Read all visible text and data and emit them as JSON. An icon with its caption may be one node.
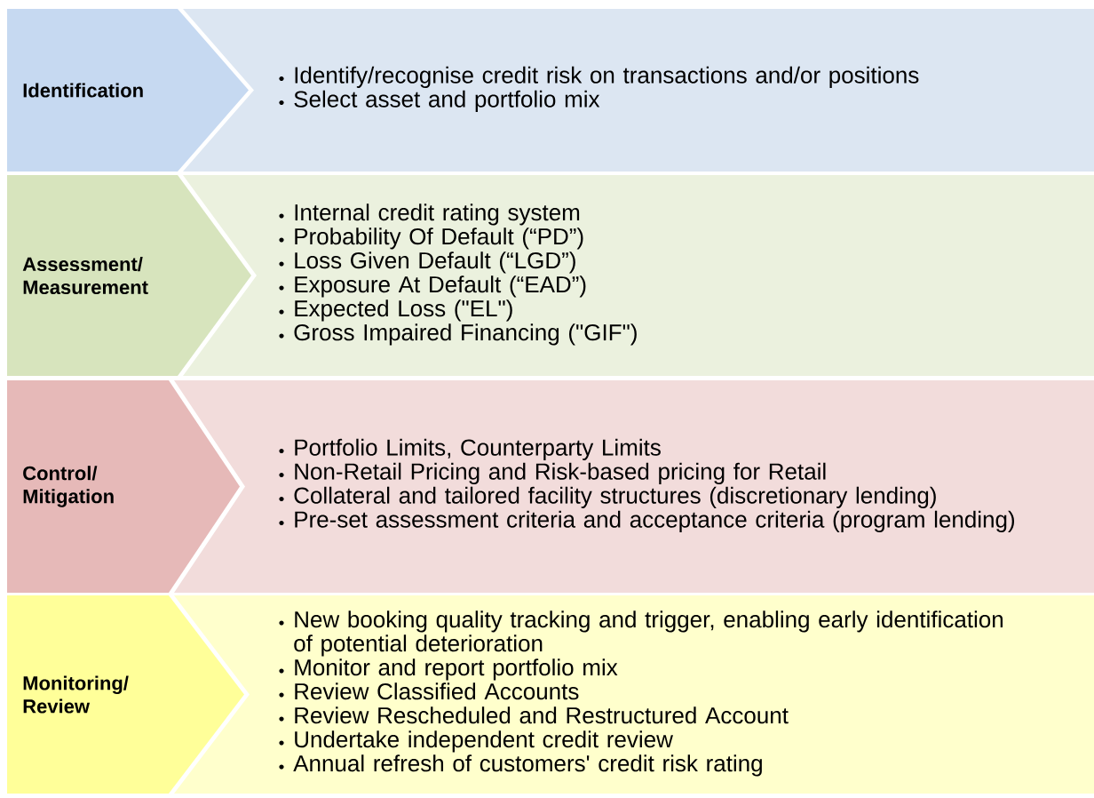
{
  "diagram": {
    "nodes": [
      {
        "text": [
          "Identification"
        ]
      },
      {
        "text": [
          "Identify/recognise credit risk on transactions and/or positions",
          "Select asset and portfolio mix"
        ]
      },
      {
        "text": [
          "Assessment/ Measurement"
        ]
      },
      {
        "text": [
          "Internal credit rating system",
          "Probability Of Default (“PD”)",
          "Loss Given Default (“LGD”)",
          "Exposure At Default (“EAD”)",
          "Expected Loss (\"EL\")",
          "Gross Impaired Financing (\"GIF\")"
        ]
      },
      {
        "text": [
          "Control/ Mitigation"
        ]
      },
      {
        "text": [
          "Portfolio Limits, Counterparty Limits",
          "Non-Retail Pricing and Risk-based pricing for Retail",
          "Collateral and tailored facility structures (discretionary lending)",
          "Pre-set assessment criteria and acceptance criteria (program lending)"
        ]
      },
      {
        "text": [
          "Monitoring/ Review"
        ]
      },
      {
        "text": [
          "New booking quality tracking and trigger, enabling early identification of potential deterioration",
          "Monitor and report portfolio mix",
          "Review Classified Accounts",
          "Review Rescheduled and Restructured Account",
          "Undertake independent credit review",
          "Annual refresh of customers' credit risk rating"
        ]
      }
    ]
  }
}
